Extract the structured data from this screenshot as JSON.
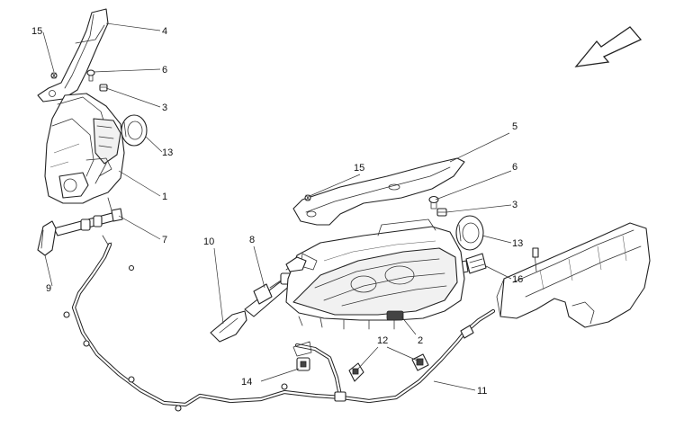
{
  "diagram": {
    "type": "exploded parts diagram",
    "direction_arrow_icon": "arrow-down-left-icon",
    "callouts": [
      {
        "id": "c15a",
        "label": "15"
      },
      {
        "id": "c4",
        "label": "4"
      },
      {
        "id": "c6a",
        "label": "6"
      },
      {
        "id": "c3a",
        "label": "3"
      },
      {
        "id": "c13a",
        "label": "13"
      },
      {
        "id": "c1",
        "label": "1"
      },
      {
        "id": "c7",
        "label": "7"
      },
      {
        "id": "c9",
        "label": "9"
      },
      {
        "id": "c10",
        "label": "10"
      },
      {
        "id": "c8",
        "label": "8"
      },
      {
        "id": "c5",
        "label": "5"
      },
      {
        "id": "c15b",
        "label": "15"
      },
      {
        "id": "c6b",
        "label": "6"
      },
      {
        "id": "c3b",
        "label": "3"
      },
      {
        "id": "c13b",
        "label": "13"
      },
      {
        "id": "c16",
        "label": "16"
      },
      {
        "id": "c2",
        "label": "2"
      },
      {
        "id": "c12",
        "label": "12"
      },
      {
        "id": "c14",
        "label": "14"
      },
      {
        "id": "c11",
        "label": "11"
      }
    ]
  }
}
